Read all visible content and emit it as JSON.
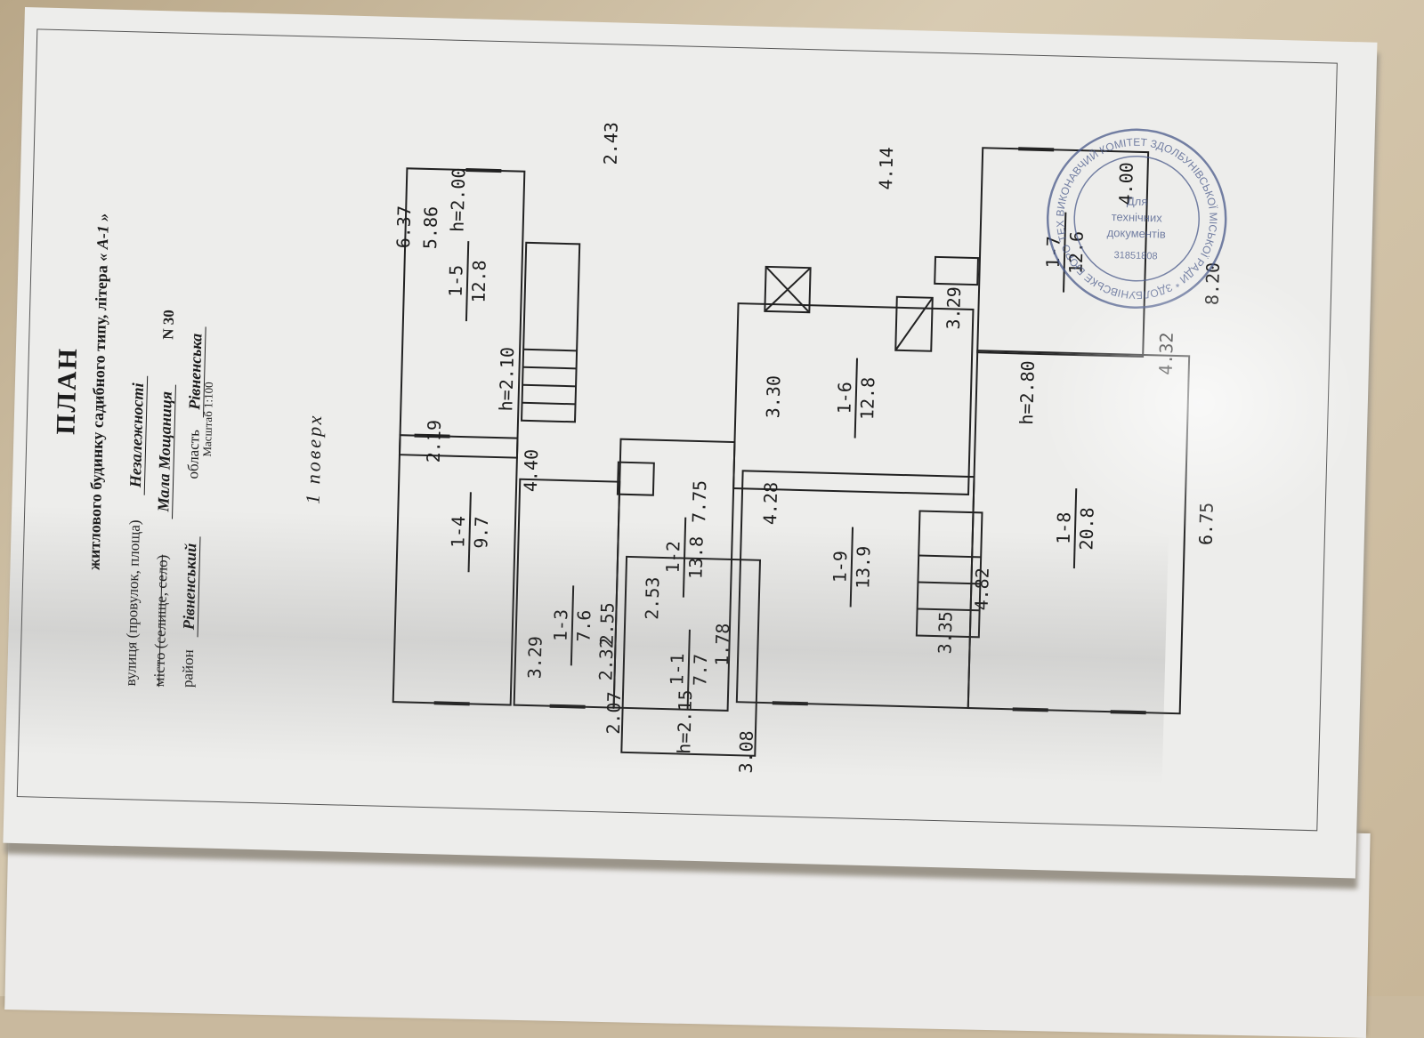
{
  "document": {
    "title": "ПЛАН",
    "subtitle_prefix": "житлового будинку садибного типу, літера",
    "subtitle_letter": "« А-1 »",
    "street_label": "вулиця (провулок, площа)",
    "street_value": "Незалежності",
    "city_label": "місто (селище, село)",
    "city_value": "Мала Мощаниця",
    "house_number": "N 30",
    "district_label": "район",
    "district_value": "Рівненський",
    "region_label": "область",
    "region_value": "Рівненська",
    "scale": "Масштаб 1:100",
    "floor": "1 поверх"
  },
  "rooms": [
    {
      "id": "1-1",
      "area": "7.7"
    },
    {
      "id": "1-2",
      "area": "13.8"
    },
    {
      "id": "1-3",
      "area": "7.6"
    },
    {
      "id": "1-4",
      "area": "9.7"
    },
    {
      "id": "1-5",
      "area": "12.8"
    },
    {
      "id": "1-6",
      "area": "12.8"
    },
    {
      "id": "1-7",
      "area": "12.6"
    },
    {
      "id": "1-8",
      "area": "20.8"
    },
    {
      "id": "1-9",
      "area": "13.9"
    }
  ],
  "dimensions": {
    "d_8_20": "8.20",
    "d_6_75": "6.75",
    "d_4_32": "4.32",
    "d_4_00": "4.00",
    "d_3_29a": "3.29",
    "d_4_82": "4.82",
    "d_h_2_80": "h=2.80",
    "d_4_14": "4.14",
    "d_3_35": "3.35",
    "d_3_30": "3.30",
    "d_4_28": "4.28",
    "d_2_43": "2.43",
    "d_h_2_00": "h=2.00",
    "d_5_86": "5.86",
    "d_6_37": "6.37",
    "d_h_2_10": "h=2.10",
    "d_2_19": "2.19",
    "d_7_75": "7.75",
    "d_1_78": "1.78",
    "d_2_53": "2.53",
    "d_h_2_15": "h=2.15",
    "d_3_08": "3.08",
    "d_2_55": "2.55",
    "d_4_40": "4.40",
    "d_3_29b": "3.29",
    "d_2_32": "2.32",
    "d_2_07": "2.07"
  },
  "stamp": {
    "ring_text": "ВИКОНАВЧИЙ КОМІТЕТ ЗДОЛБУНІВСЬКОЇ МІСЬКОЇ РАДИ * ЗДОЛБУНІВСЬКЕ БЮРО ТЕХНІЧНОЇ ІНВЕНТАРИЗАЦІЇ *",
    "center_line1": "Для",
    "center_line2": "технічних",
    "center_line3": "документів",
    "code": "31851808"
  }
}
